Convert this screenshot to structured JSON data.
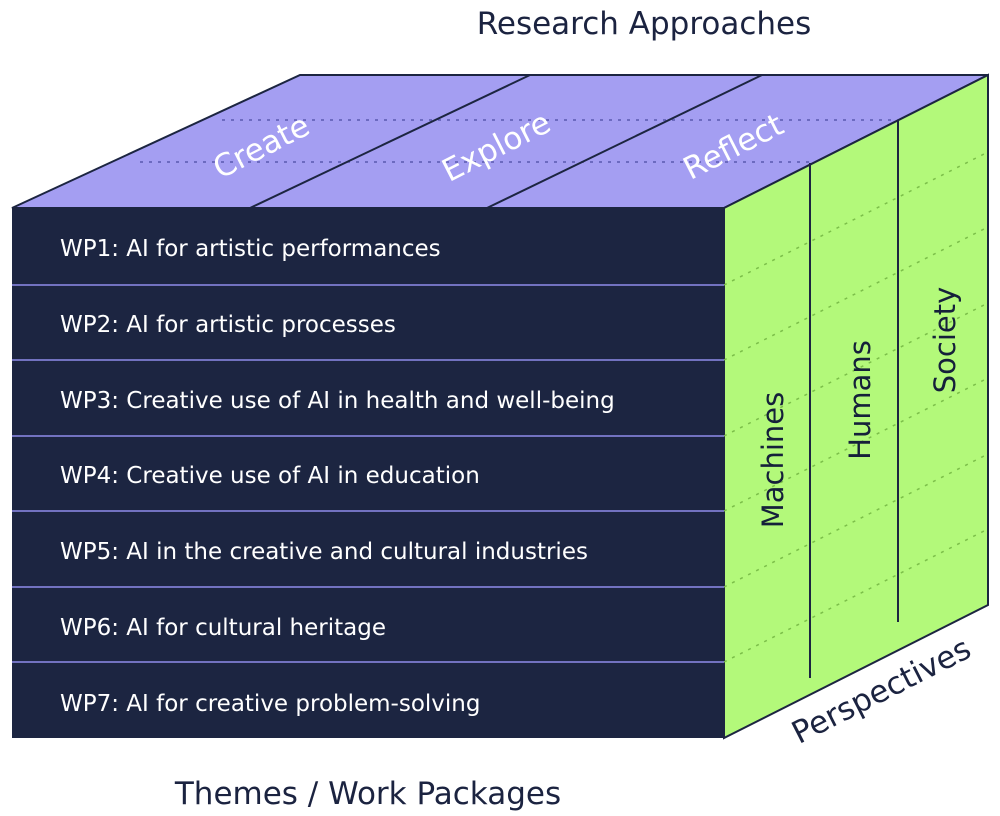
{
  "labels": {
    "top_axis": "Research Approaches",
    "bottom_axis": "Themes / Work Packages",
    "side_axis": "Perspectives"
  },
  "approaches": [
    "Create",
    "Explore",
    "Reflect"
  ],
  "work_packages": [
    "WP1: AI for artistic performances",
    "WP2: AI for artistic processes",
    "WP3: Creative use of AI in health and well-being",
    "WP4: Creative use of AI in education",
    "WP5: AI in the creative and cultural industries",
    "WP6: AI for cultural heritage",
    "WP7: AI for creative problem-solving"
  ],
  "perspectives": [
    "Machines",
    "Humans",
    "Society"
  ],
  "colors": {
    "front": "#1c2541",
    "top": "#a49ef2",
    "side": "#b3f97a",
    "divider": "#8f8bea",
    "text_dark": "#1b2340"
  }
}
